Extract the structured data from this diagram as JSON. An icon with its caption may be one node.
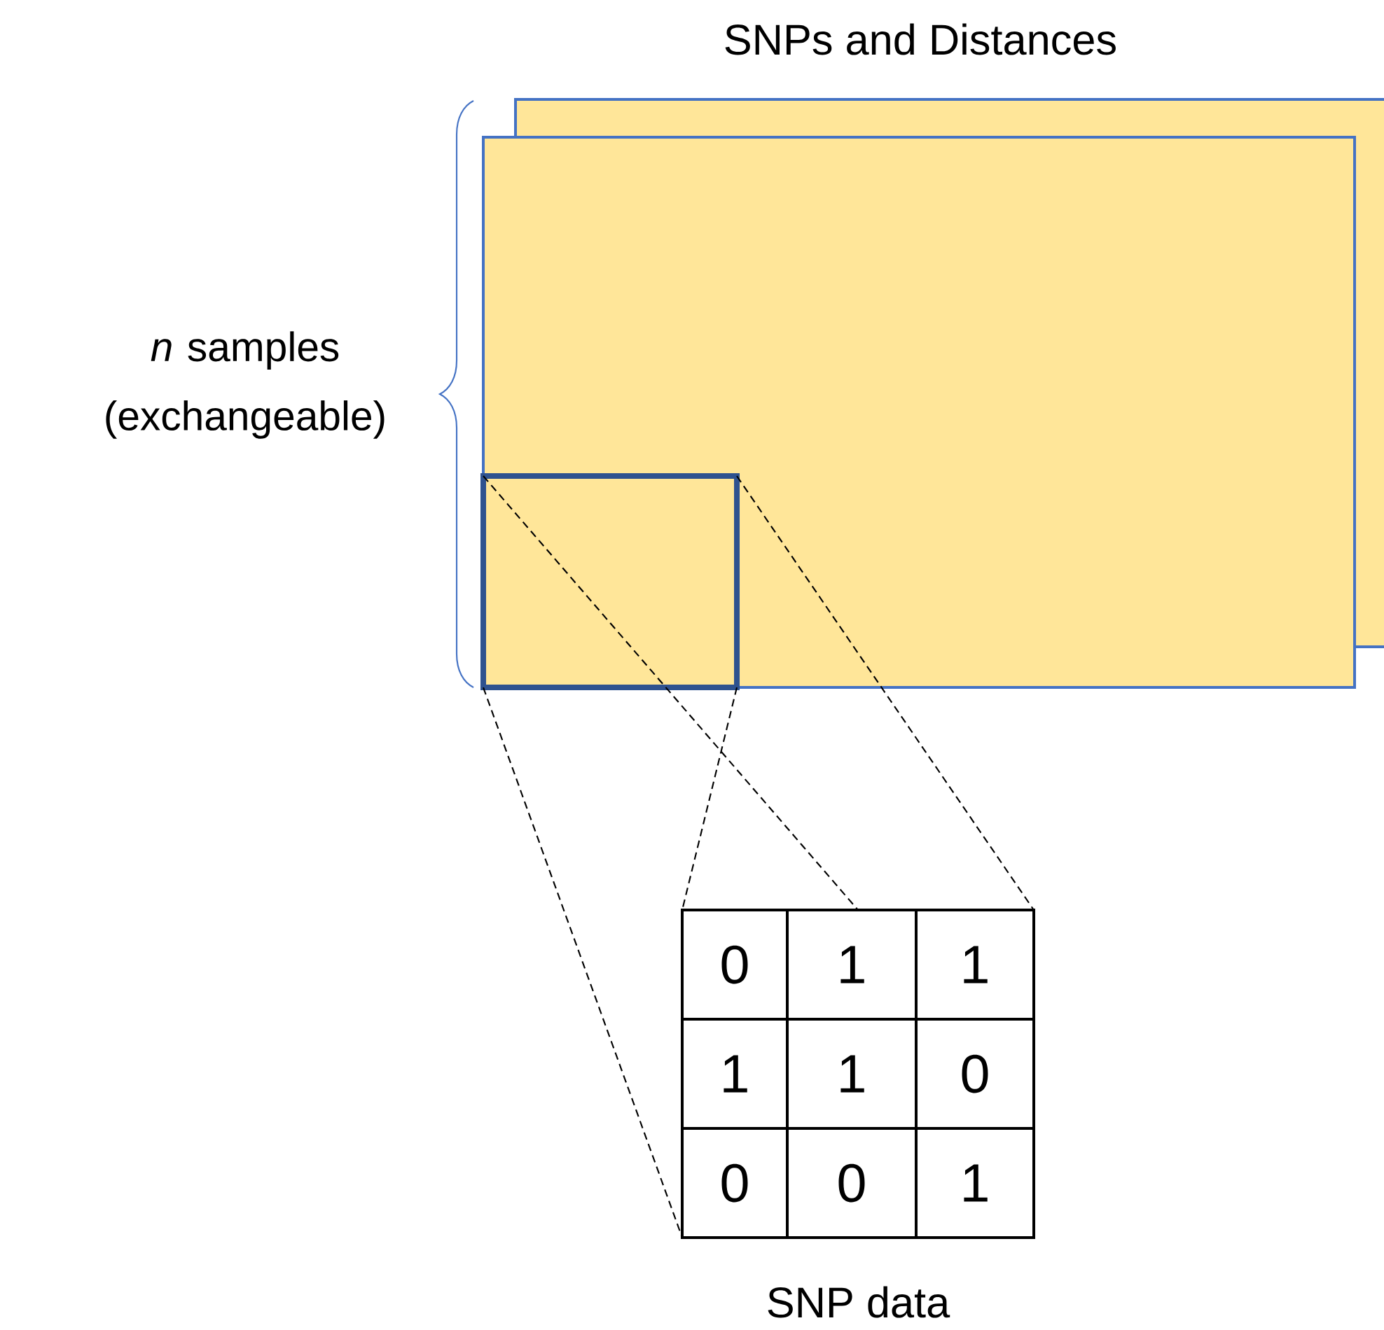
{
  "diagram": {
    "title": "SNPs and Distances",
    "nodes": [
      {
        "text": [],
        "shape": "box"
      },
      {
        "text": [],
        "shape": "box"
      },
      {
        "text": [],
        "shape": "box",
        "in": 1
      },
      {
        "text": [],
        "shape": "box",
        "beside": [
          "SNP data"
        ]
      }
    ],
    "edges": [
      {
        "from": 2,
        "to": 3,
        "arrow": "none",
        "style": "dashed"
      },
      {
        "from": 2,
        "to": 3,
        "arrow": "none",
        "style": "dashed"
      },
      {
        "from": 2,
        "to": 3,
        "arrow": "none",
        "style": "dashed"
      },
      {
        "from": 2,
        "to": 3,
        "arrow": "none",
        "style": "dashed"
      }
    ],
    "labels": [
      "*n* samples (exchangeable)",
      "0",
      "1",
      "1",
      "1",
      "1",
      "0",
      "0",
      "0",
      "1"
    ]
  }
}
